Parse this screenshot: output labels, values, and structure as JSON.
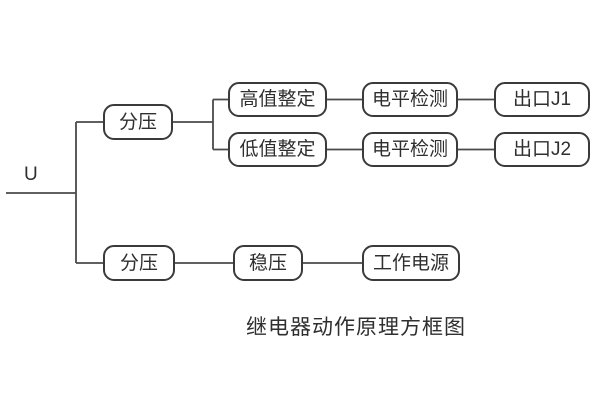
{
  "diagram": {
    "input_label": "U",
    "caption": "继电器动作原理方框图",
    "nodes": {
      "divider_top": "分压",
      "high_set": "高值整定",
      "level_detect_1": "电平检测",
      "outlet_j1": "出口J1",
      "low_set": "低值整定",
      "level_detect_2": "电平检测",
      "outlet_j2": "出口J2",
      "divider_bottom": "分压",
      "stabilizer": "稳压",
      "power": "工作电源"
    },
    "colors": {
      "background": "#ffffff",
      "wire": "#4a4a4a",
      "box_border": "#3a3a3a",
      "text": "#2f2f2f"
    }
  }
}
